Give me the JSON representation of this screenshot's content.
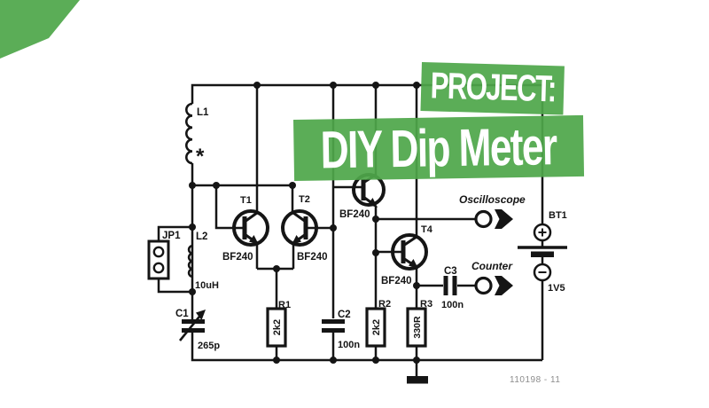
{
  "banner": {
    "kicker": "PROJECT:",
    "title": "DIY Dip Meter"
  },
  "colors": {
    "green": "#4fa74a",
    "wire": "#151515"
  },
  "components": {
    "l1": {
      "ref": "L1",
      "note": "*"
    },
    "l2": {
      "ref": "L2",
      "value": "10uH"
    },
    "jp1": {
      "ref": "JP1"
    },
    "c1": {
      "ref": "C1",
      "value": "265p"
    },
    "c2": {
      "ref": "C2",
      "value": "100n"
    },
    "c3": {
      "ref": "C3",
      "value": "100n"
    },
    "r1": {
      "ref": "R1",
      "value": "2k2"
    },
    "r2": {
      "ref": "R2",
      "value": "2k2"
    },
    "r3": {
      "ref": "R3",
      "value": "330R"
    },
    "t1": {
      "ref": "T1",
      "part": "BF240"
    },
    "t2": {
      "ref": "T2",
      "part": "BF240"
    },
    "t3": {
      "part": "BF240"
    },
    "t4": {
      "ref": "T4",
      "part": "BF240"
    },
    "bt1": {
      "ref": "BT1",
      "value": "1V5"
    }
  },
  "outputs": {
    "oscilloscope": "Oscilloscope",
    "counter": "Counter"
  },
  "footer": {
    "drawing_number": "110198 - 11"
  }
}
